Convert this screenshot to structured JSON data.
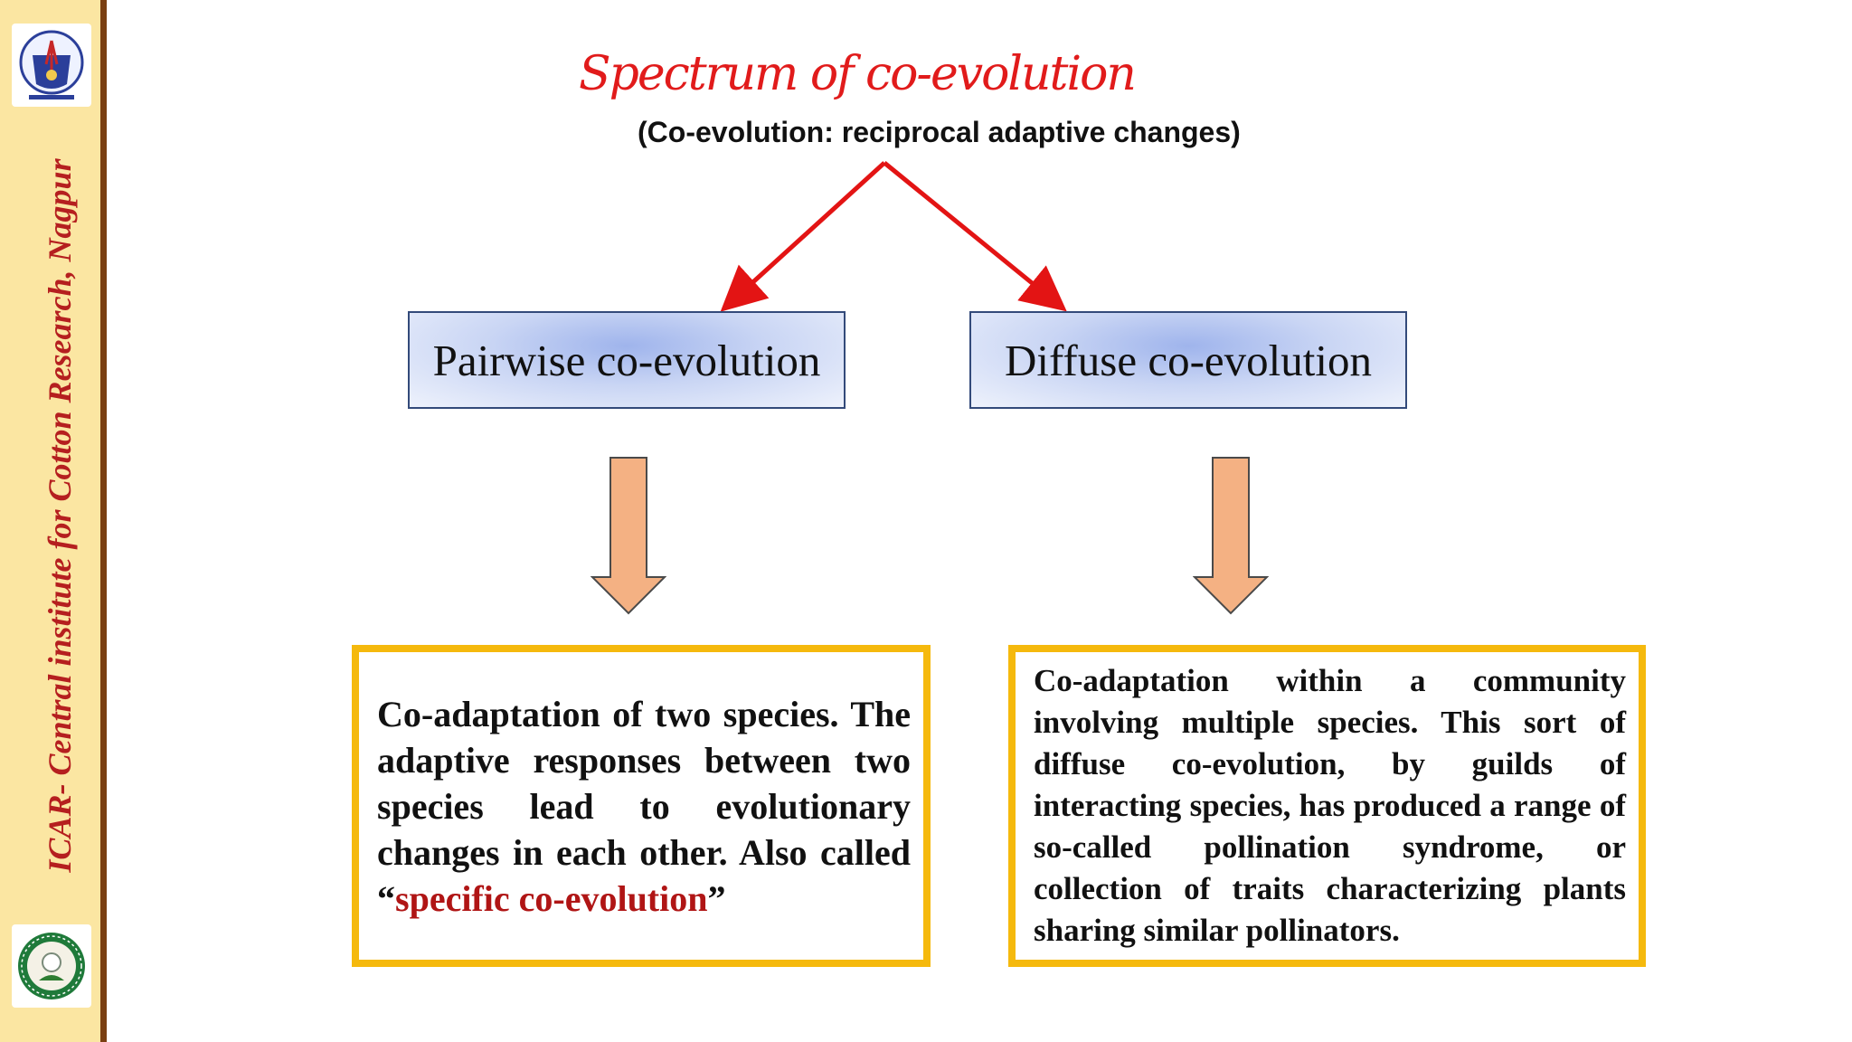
{
  "sidebar": {
    "institute_name": "ICAR- Central institute for Cotton Research, Nagpur",
    "logo_top_icon": "icar-emblem-icon",
    "logo_bottom_icon": "cicr-emblem-icon"
  },
  "header": {
    "title": "Spectrum of co-evolution",
    "subtitle": "(Co-evolution: reciprocal adaptive changes)"
  },
  "branches": [
    {
      "label": "Pairwise co-evolution",
      "description_before": "Co-adaptation of two species. The adaptive responses between two species lead to evolutionary changes in each other. Also called “",
      "description_highlight": "specific co-evolution",
      "description_after": "”"
    },
    {
      "label": "Diffuse co-evolution",
      "description": "Co-adaptation within a community involving multiple species. This sort of diffuse co-evolution, by guilds of interacting species, has produced a range of so-called pollination syndrome, or collection of traits characterizing plants sharing similar pollinators."
    }
  ],
  "colors": {
    "title": "#e11b1b",
    "sidebar_bg": "#fbe6a2",
    "sidebar_text": "#b51f1f",
    "connector_arrow": "#e31414",
    "block_arrow_fill": "#f4b183",
    "concept_box_border": "#334a7a",
    "description_border": "#f5b90d",
    "highlight": "#b01515"
  }
}
